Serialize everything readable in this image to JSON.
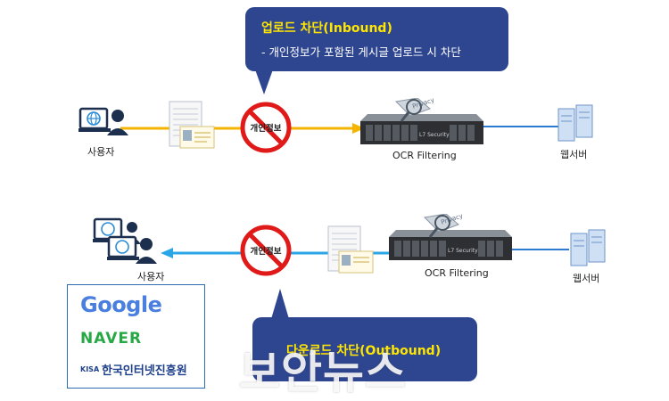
{
  "top_flow": {
    "user_label": "사용자",
    "block_sign_label": "개인정보",
    "server_label": "OCR Filtering",
    "webserver_label": "웹서버",
    "badge_text": "Privacy",
    "server_brand": "L7 Security"
  },
  "top_callout": {
    "title": "업로드 차단(Inbound)",
    "line": "- 개인정보가 포함된 게시글 업로드 시 차단"
  },
  "bottom_flow": {
    "user_label": "사용자",
    "block_sign_label": "개인정보",
    "server_label": "OCR Filtering",
    "webserver_label": "웹서버",
    "badge_text": "Privacy",
    "server_brand": "L7 Security"
  },
  "bottom_callout": {
    "title": "다운로드 차단(Outbound)"
  },
  "logos": {
    "google": "Google",
    "naver": "NAVER",
    "kisa_mark": "KISA",
    "kisa_name": "한국인터넷진흥원"
  },
  "watermark": "보안뉴스",
  "colors": {
    "inbound_arrow": "#f4b400",
    "outbound_arrow": "#2aa6e6",
    "server_link": "#2b7bd1",
    "block_sign": "#e01919",
    "callout_bg": "#2e4590",
    "callout_title": "#ffe600"
  }
}
